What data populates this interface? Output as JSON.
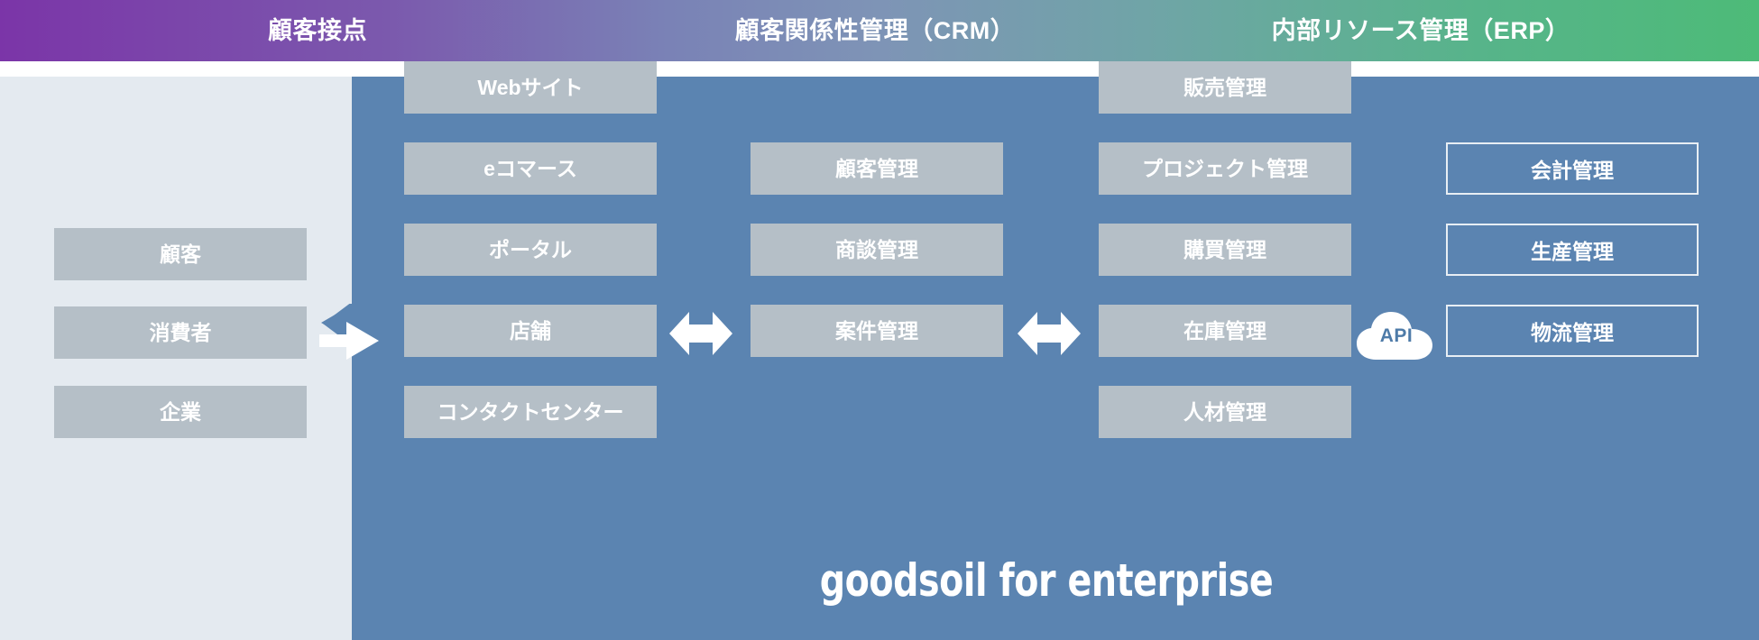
{
  "header": {
    "sections": [
      {
        "label": "顧客接点"
      },
      {
        "label": "顧客関係性管理（CRM）"
      },
      {
        "label": "内部リソース管理（ERP）"
      }
    ],
    "gradient_start": "#7b35a8",
    "gradient_end": "#4dbb78"
  },
  "columns": {
    "customer": {
      "name": "customer-segments",
      "boxes": [
        {
          "label": "顧客"
        },
        {
          "label": "消費者"
        },
        {
          "label": "企業"
        }
      ]
    },
    "touchpoint": {
      "name": "customer-touchpoints",
      "boxes": [
        {
          "label": "Webサイト"
        },
        {
          "label": "eコマース"
        },
        {
          "label": "ポータル"
        },
        {
          "label": "店舗"
        },
        {
          "label": "コンタクトセンター"
        }
      ]
    },
    "crm": {
      "name": "crm-modules",
      "boxes": [
        {
          "label": "顧客管理"
        },
        {
          "label": "商談管理"
        },
        {
          "label": "案件管理"
        }
      ]
    },
    "erp": {
      "name": "erp-modules",
      "boxes": [
        {
          "label": "販売管理"
        },
        {
          "label": "プロジェクト管理"
        },
        {
          "label": "購買管理"
        },
        {
          "label": "在庫管理"
        },
        {
          "label": "人材管理"
        }
      ]
    },
    "external": {
      "name": "external-systems",
      "boxes": [
        {
          "label": "会計管理"
        },
        {
          "label": "生産管理"
        },
        {
          "label": "物流管理"
        }
      ]
    }
  },
  "connectors": {
    "swap_icon": "exchange-arrow-icon",
    "bidirectional_icon": "double-headed-arrow-icon",
    "api": {
      "label": "API",
      "icon": "cloud-icon"
    }
  },
  "footer": {
    "product_logo": "goodsoil for enterprise"
  },
  "colors": {
    "panel_blue": "#5b84b1",
    "panel_light": "#e4eaf0",
    "box_fill": "#b5bfc7",
    "box_outline": "#e8eef4",
    "text_white": "#ffffff"
  }
}
